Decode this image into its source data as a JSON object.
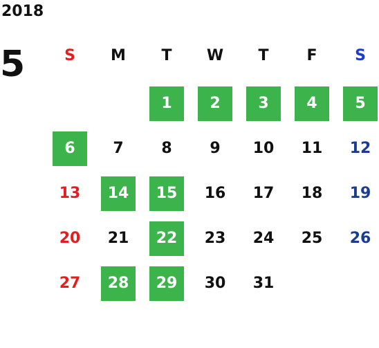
{
  "calendar": {
    "year": "2018",
    "month": "5",
    "weekdays": [
      {
        "label": "S",
        "color": "#e02020"
      },
      {
        "label": "M",
        "color": "#111111"
      },
      {
        "label": "T",
        "color": "#111111"
      },
      {
        "label": "W",
        "color": "#111111"
      },
      {
        "label": "T",
        "color": "#111111"
      },
      {
        "label": "F",
        "color": "#111111"
      },
      {
        "label": "S",
        "color": "#1a3dcc"
      }
    ],
    "colors": {
      "highlight_bg": "#3cb44b",
      "highlight_text": "#ffffff",
      "sunday": "#e02020",
      "saturday": "#1a3d8f",
      "weekday": "#111111"
    },
    "weeks": [
      [
        null,
        null,
        {
          "day": "1",
          "hl": true
        },
        {
          "day": "2",
          "hl": true
        },
        {
          "day": "3",
          "hl": true
        },
        {
          "day": "4",
          "hl": true
        },
        {
          "day": "5",
          "hl": true
        }
      ],
      [
        {
          "day": "6",
          "hl": true
        },
        {
          "day": "7",
          "hl": false
        },
        {
          "day": "8",
          "hl": false
        },
        {
          "day": "9",
          "hl": false
        },
        {
          "day": "10",
          "hl": false
        },
        {
          "day": "11",
          "hl": false
        },
        {
          "day": "12",
          "hl": false
        }
      ],
      [
        {
          "day": "13",
          "hl": false
        },
        {
          "day": "14",
          "hl": true
        },
        {
          "day": "15",
          "hl": true
        },
        {
          "day": "16",
          "hl": false
        },
        {
          "day": "17",
          "hl": false
        },
        {
          "day": "18",
          "hl": false
        },
        {
          "day": "19",
          "hl": false
        }
      ],
      [
        {
          "day": "20",
          "hl": false
        },
        {
          "day": "21",
          "hl": false
        },
        {
          "day": "22",
          "hl": true
        },
        {
          "day": "23",
          "hl": false
        },
        {
          "day": "24",
          "hl": false
        },
        {
          "day": "25",
          "hl": false
        },
        {
          "day": "26",
          "hl": false
        }
      ],
      [
        {
          "day": "27",
          "hl": false
        },
        {
          "day": "28",
          "hl": true
        },
        {
          "day": "29",
          "hl": true
        },
        {
          "day": "30",
          "hl": false
        },
        {
          "day": "31",
          "hl": false
        },
        null,
        null
      ]
    ]
  }
}
